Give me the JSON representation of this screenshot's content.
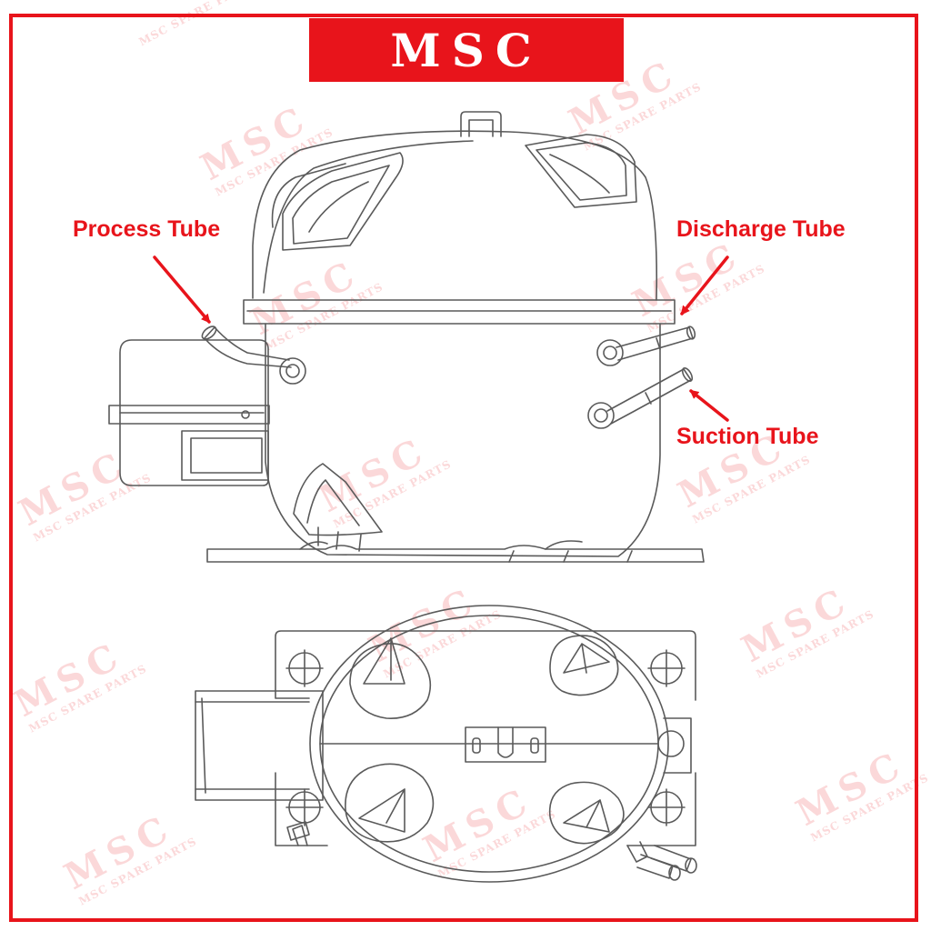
{
  "banner": {
    "text": "MSC"
  },
  "labels": {
    "process": "Process Tube",
    "discharge": "Discharge Tube",
    "suction": "Suction Tube"
  },
  "watermark": {
    "big": "MSC",
    "small": "MSC SPARE PARTS"
  },
  "colors": {
    "accent": "#e8141b",
    "line": "#5a5a5a",
    "background": "#ffffff"
  }
}
